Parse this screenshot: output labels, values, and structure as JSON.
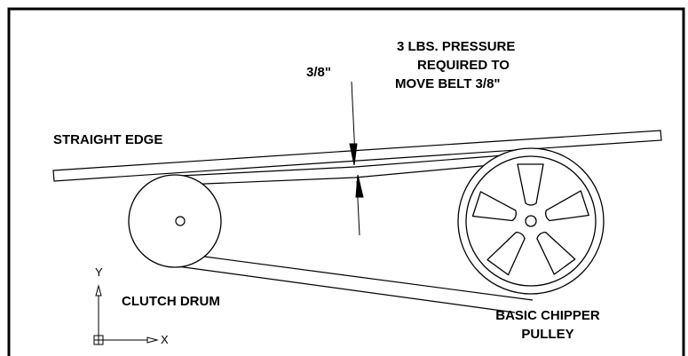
{
  "labels": {
    "pressure_line1": "3 LBS. PRESSURE",
    "pressure_line2": "REQUIRED TO",
    "pressure_line3": "MOVE BELT 3/8\"",
    "deflection": "3/8\"",
    "straight_edge": "STRAIGHT EDGE",
    "clutch_drum": "CLUTCH DRUM",
    "pulley_line1": "BASIC CHIPPER",
    "pulley_line2": "PULLEY"
  },
  "ucs": {
    "y_axis_label": "Y",
    "x_axis_label": "X"
  }
}
